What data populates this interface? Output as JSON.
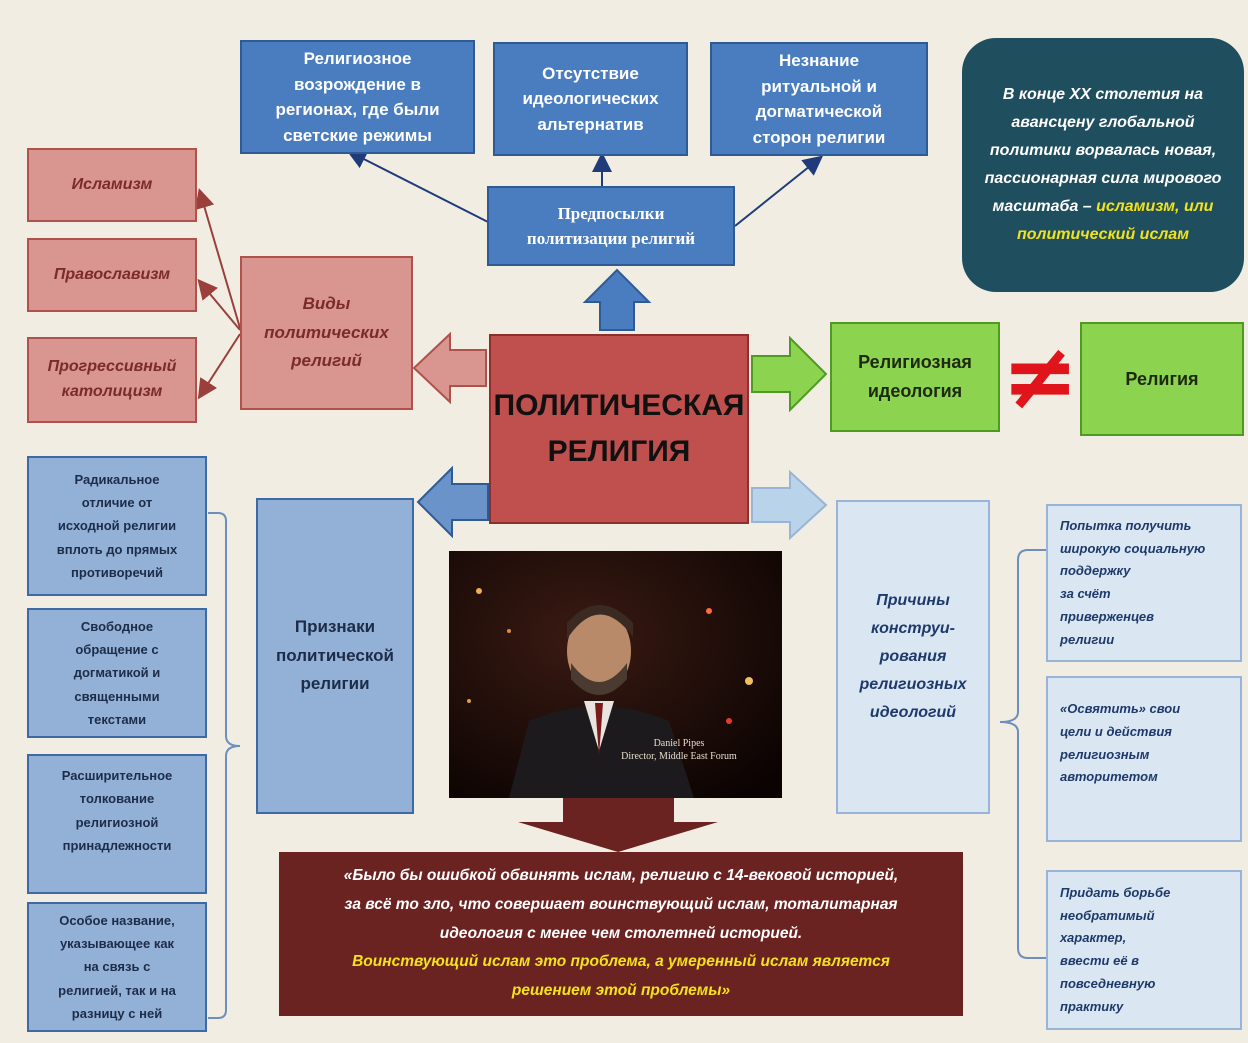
{
  "center": {
    "title": "ПОЛИТИЧЕСКАЯ\nРЕЛИГИЯ"
  },
  "prerequisites": {
    "title": "Предпосылки\nполитизации религий",
    "items": [
      "Религиозное\nвозрождение в\nрегионах, где были\nсветские режимы",
      "Отсутствие\nидеологических\nальтернатив",
      "Незнание\nритуальной и\nдогматической\nсторон религии"
    ]
  },
  "note": {
    "text": "В конце XX столетия на авансцену глобальной политики ворвалась новая, пассионарная сила мирового масштаба – ",
    "highlight": "исламизм, или политический ислам"
  },
  "types": {
    "title": "Виды\nполитических\nрелигий",
    "items": [
      "Исламизм",
      "Православизм",
      "Прогрессивный\nкатолицизм"
    ]
  },
  "ideology": {
    "label": "Религиозная\nидеология",
    "not_equal": "≠",
    "religion": "Религия"
  },
  "signs": {
    "title": "Признаки\nполитической\nрелигии",
    "items": [
      "Радикальное\nотличие от\nисходной религии\nвплоть до прямых\nпротиворечий",
      "Свободное\nобращение с\nдогматикой и\nсвященными\nтекстами",
      "Расширительное\nтолкование\nрелигиозной\nпринадлежности",
      "Особое название,\nуказывающее как\nна связь с\nрелигией, так и на\nразницу с ней"
    ]
  },
  "reasons": {
    "title": "Причины\nконструи-\nрования\nрелигиозных\nидеологий",
    "items": [
      "Попытка получить\nширокую социальную\nподдержку\nза счёт\nприверженцев\nрелигии",
      "«Освятить» свои\nцели и действия\nрелигиозным\nавторитетом",
      "Придать борьбе\nнеобратимый\nхарактер,\nввести её в\nповседневную\nпрактику"
    ]
  },
  "photo": {
    "caption_name": "Daniel Pipes",
    "caption_title": "Director, Middle East Forum"
  },
  "quote": {
    "text": "«Было бы ошибкой обвинять ислам, религию с 14-вековой историей,\nза всё то зло, что совершает воинствующий ислам, тоталитарная\nидеология с менее чем столетней историей.",
    "highlight": "Воинствующий ислам это проблема, а умеренный ислам является\nрешением этой проблемы»"
  },
  "colors": {
    "background": "#f1ede3",
    "blue": "#4a7cc0",
    "pink": "#d99590",
    "center_red": "#c0504d",
    "green": "#8cd34f",
    "dark_teal": "#1f4e5f",
    "quote_brown": "#6b2322",
    "highlight_yellow": "#f2e21c"
  }
}
